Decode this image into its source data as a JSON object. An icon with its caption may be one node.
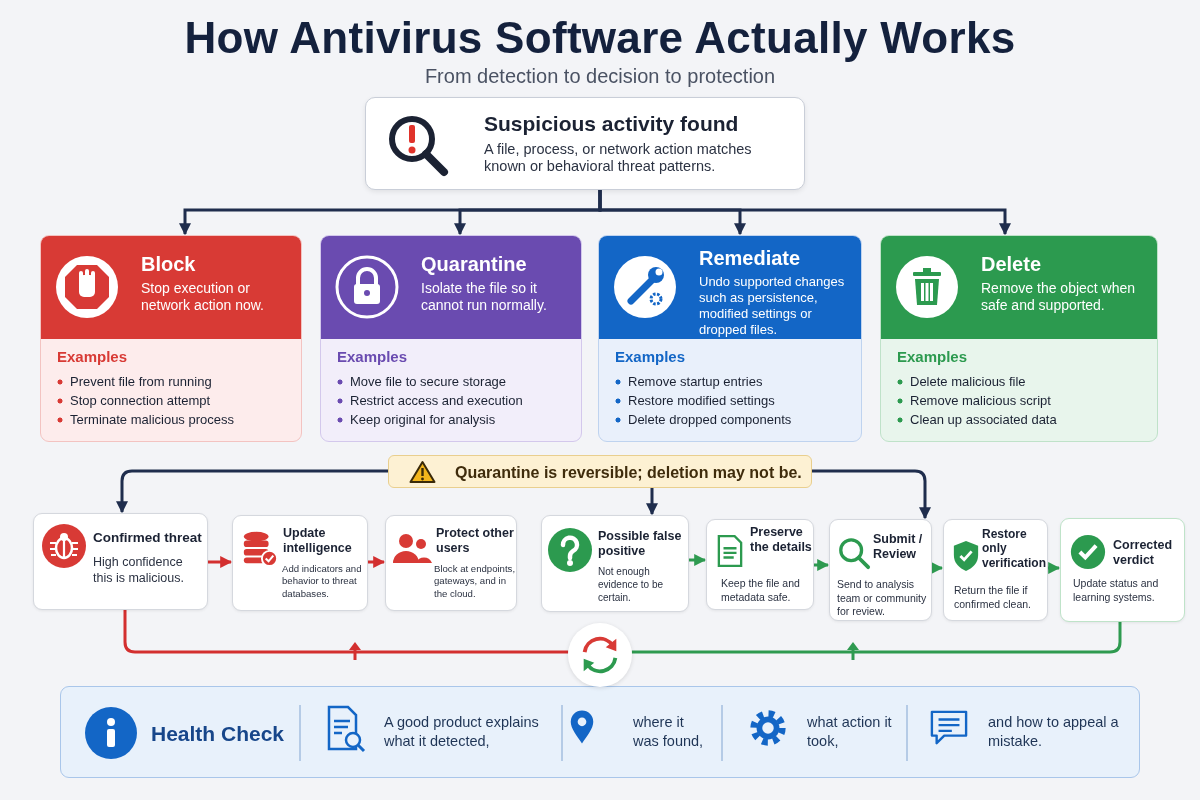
{
  "diagram": {
    "title": "How Antivirus Software Actually Works",
    "caption": "From detection to decision to protection",
    "nodes": [
      {
        "text": [
          "Suspicious activity found",
          "A file, process, or network action matches known or behavioral threat patterns."
        ]
      },
      {
        "text": [
          "Block",
          "Stop execution or network action now.",
          "Examples",
          "Prevent file from running",
          "Stop connection attempt",
          "Terminate malicious process"
        ]
      },
      {
        "text": [
          "Quarantine",
          "Isolate the file so it cannot run normally.",
          "Examples",
          "Move file to secure storage",
          "Restrict access and execution",
          "Keep original for analysis"
        ]
      },
      {
        "text": [
          "Remediate",
          "Undo supported changes such as persistence, modified settings or dropped files.",
          "Examples",
          "Remove startup entries",
          "Restore modified settings",
          "Delete dropped components"
        ]
      },
      {
        "text": [
          "Delete",
          "Remove the object when safe and supported.",
          "Examples",
          "Delete malicious file",
          "Remove malicious script",
          "Clean up associated data"
        ]
      },
      {
        "text": [
          "Quarantine is reversible; deletion may not be."
        ]
      },
      {
        "text": [
          "Confirmed threat",
          "High confidence this is malicious."
        ]
      },
      {
        "text": [
          "Update intelligence",
          "Add indicators and behavior to threat databases."
        ]
      },
      {
        "text": [
          "Protect other users",
          "Block at endpoints, gateways, and in the cloud."
        ]
      },
      {
        "text": [
          "Possible false positive",
          "Not enough evidence to be certain."
        ]
      },
      {
        "text": [
          "Preserve the details",
          "Keep the file and metadata safe."
        ]
      },
      {
        "text": [
          "Submit / Review",
          "Send to analysis team or community for review."
        ]
      },
      {
        "text": [
          "Restore only verification",
          "Return the file if confirmed clean."
        ]
      },
      {
        "text": [
          "Corrected verdict",
          "Update status and learning systems."
        ]
      },
      {
        "text": [],
        "shape": "circle"
      },
      {
        "text": [
          "Health Check",
          "A good product explains what it detected,",
          "where it was found,",
          "what action it took,",
          "and how to appeal a mistake."
        ]
      }
    ],
    "edges": [
      {
        "from": 0,
        "to": 1,
        "arrow": "to"
      },
      {
        "from": 0,
        "to": 2,
        "arrow": "to"
      },
      {
        "from": 0,
        "to": 3,
        "arrow": "to"
      },
      {
        "from": 0,
        "to": 4,
        "arrow": "to"
      },
      {
        "from": 5,
        "to": 6,
        "arrow": "to"
      },
      {
        "from": 5,
        "to": 9,
        "arrow": "to"
      },
      {
        "from": 5,
        "to": 11,
        "arrow": "to"
      },
      {
        "from": 6,
        "to": 7,
        "arrow": "to",
        "color": "#d32f2f"
      },
      {
        "from": 7,
        "to": 8,
        "arrow": "to",
        "color": "#d32f2f"
      },
      {
        "from": 9,
        "to": 10,
        "arrow": "to",
        "color": "#2e9a50"
      },
      {
        "from": 10,
        "to": 11,
        "arrow": "to",
        "color": "#2e9a50"
      },
      {
        "from": 11,
        "to": 12,
        "arrow": "to",
        "color": "#2e9a50"
      },
      {
        "from": 12,
        "to": 13,
        "arrow": "to",
        "color": "#2e9a50"
      },
      {
        "from": 6,
        "to": 14,
        "arrow": "none",
        "color": "#d32f2f"
      },
      {
        "from": 13,
        "to": 14,
        "arrow": "none",
        "color": "#2e9a50"
      }
    ]
  }
}
